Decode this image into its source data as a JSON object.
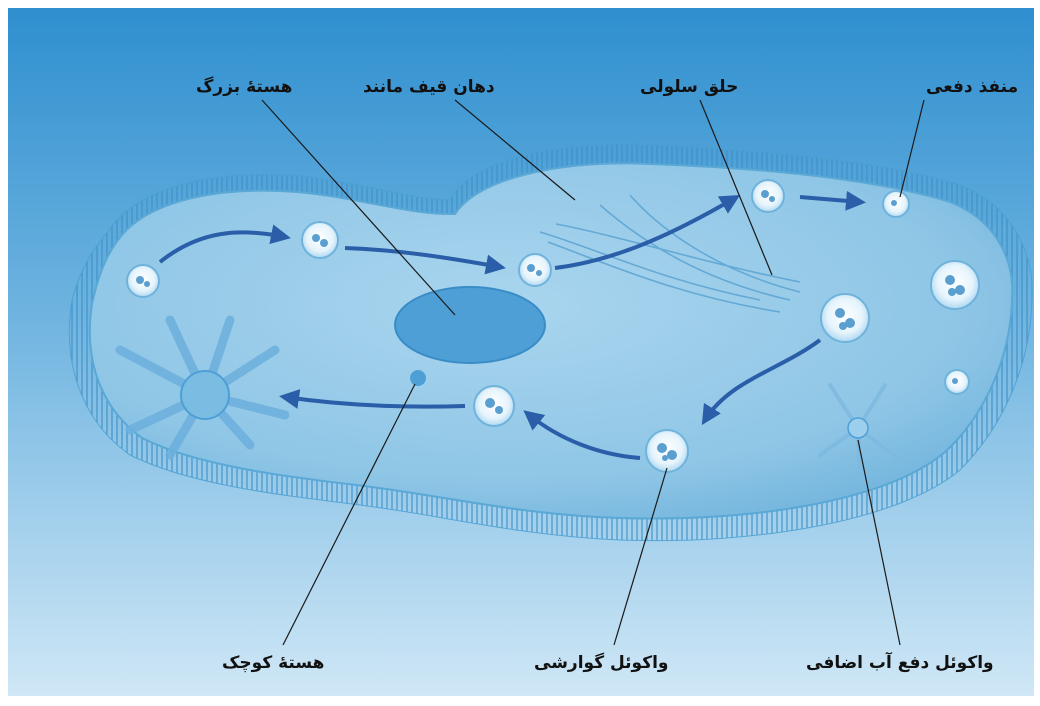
{
  "labels": {
    "macronucleus": "هستۀ بزرگ",
    "oral_groove": "دهان قیف مانند",
    "gullet": "حلق سلولی",
    "anal_pore": "منفذ دفعی",
    "micronucleus": "هستۀ کوچک",
    "food_vacuole": "واکوئل گوارشی",
    "contractile_vacuole": "واکوئل دفع آب اضافی"
  },
  "colors": {
    "background_top": "#2f8fcf",
    "background_bottom": "#cfe7f6",
    "cell_body": "#8fc6e6",
    "cell_edge": "#4a9fd2",
    "cilia": "#3d8fc5",
    "macronucleus": "#4d9fd6",
    "arrow": "#2a5ea8",
    "leader_line": "#1a1a1a"
  }
}
